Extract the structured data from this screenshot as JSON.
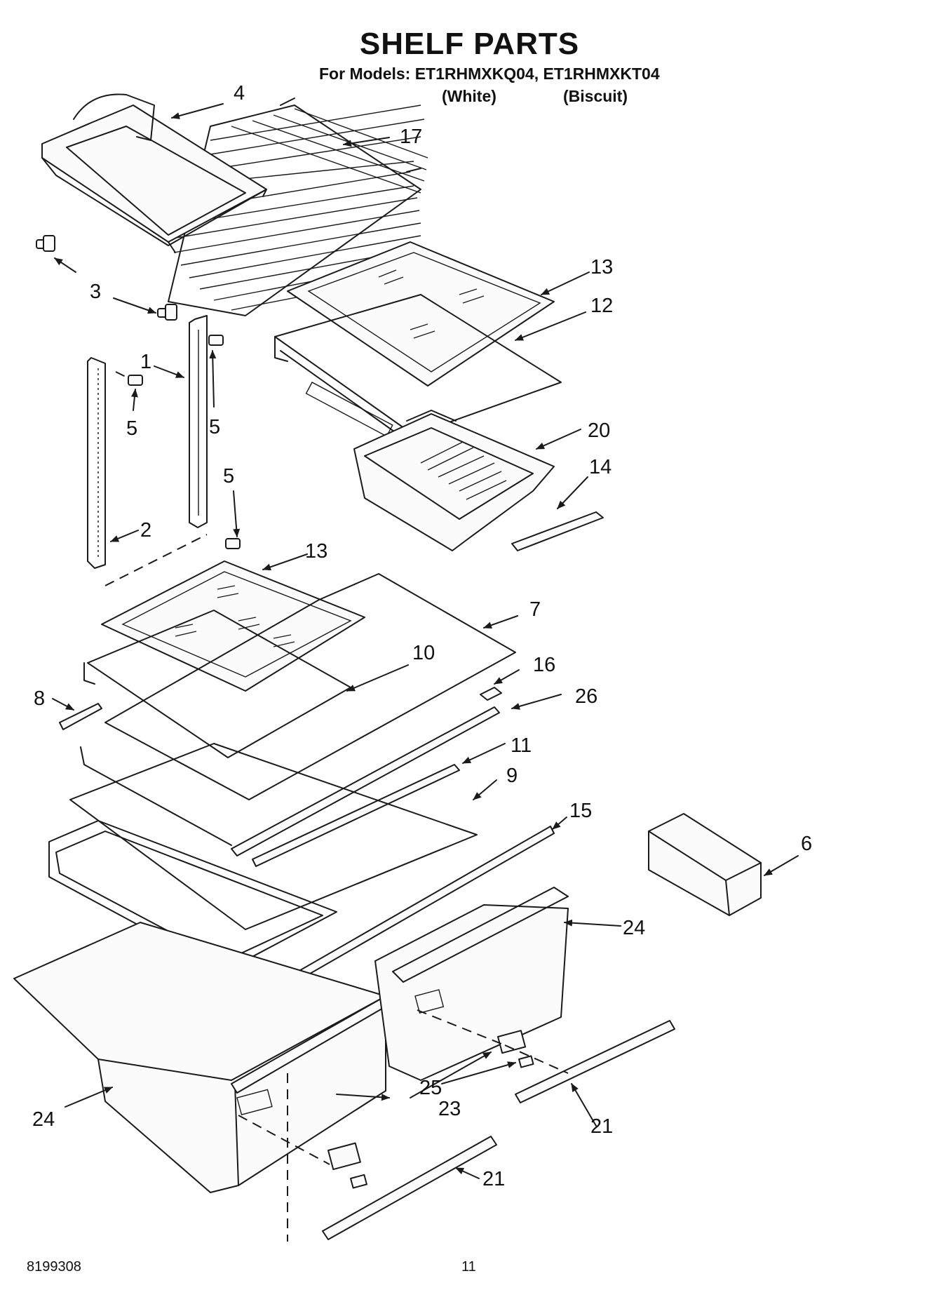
{
  "header": {
    "title": "SHELF PARTS",
    "subtitle": "For Models: ET1RHMXKQ04, ET1RHMXKT04",
    "variant_white": "(White)",
    "variant_biscuit": "(Biscuit)"
  },
  "callouts": {
    "c4": "4",
    "c17": "17",
    "c3": "3",
    "c13a": "13",
    "c12": "12",
    "c1": "1",
    "c5a": "5",
    "c5b": "5",
    "c5c": "5",
    "c2": "2",
    "c20": "20",
    "c14": "14",
    "c13b": "13",
    "c7": "7",
    "c10": "10",
    "c16": "16",
    "c8": "8",
    "c26": "26",
    "c11": "11",
    "c9": "9",
    "c15": "15",
    "c6": "6",
    "c24a": "24",
    "c24b": "24",
    "c25": "25",
    "c23": "23",
    "c21a": "21",
    "c21b": "21"
  },
  "footer": {
    "doc_number": "8199308",
    "page_number": "11"
  }
}
